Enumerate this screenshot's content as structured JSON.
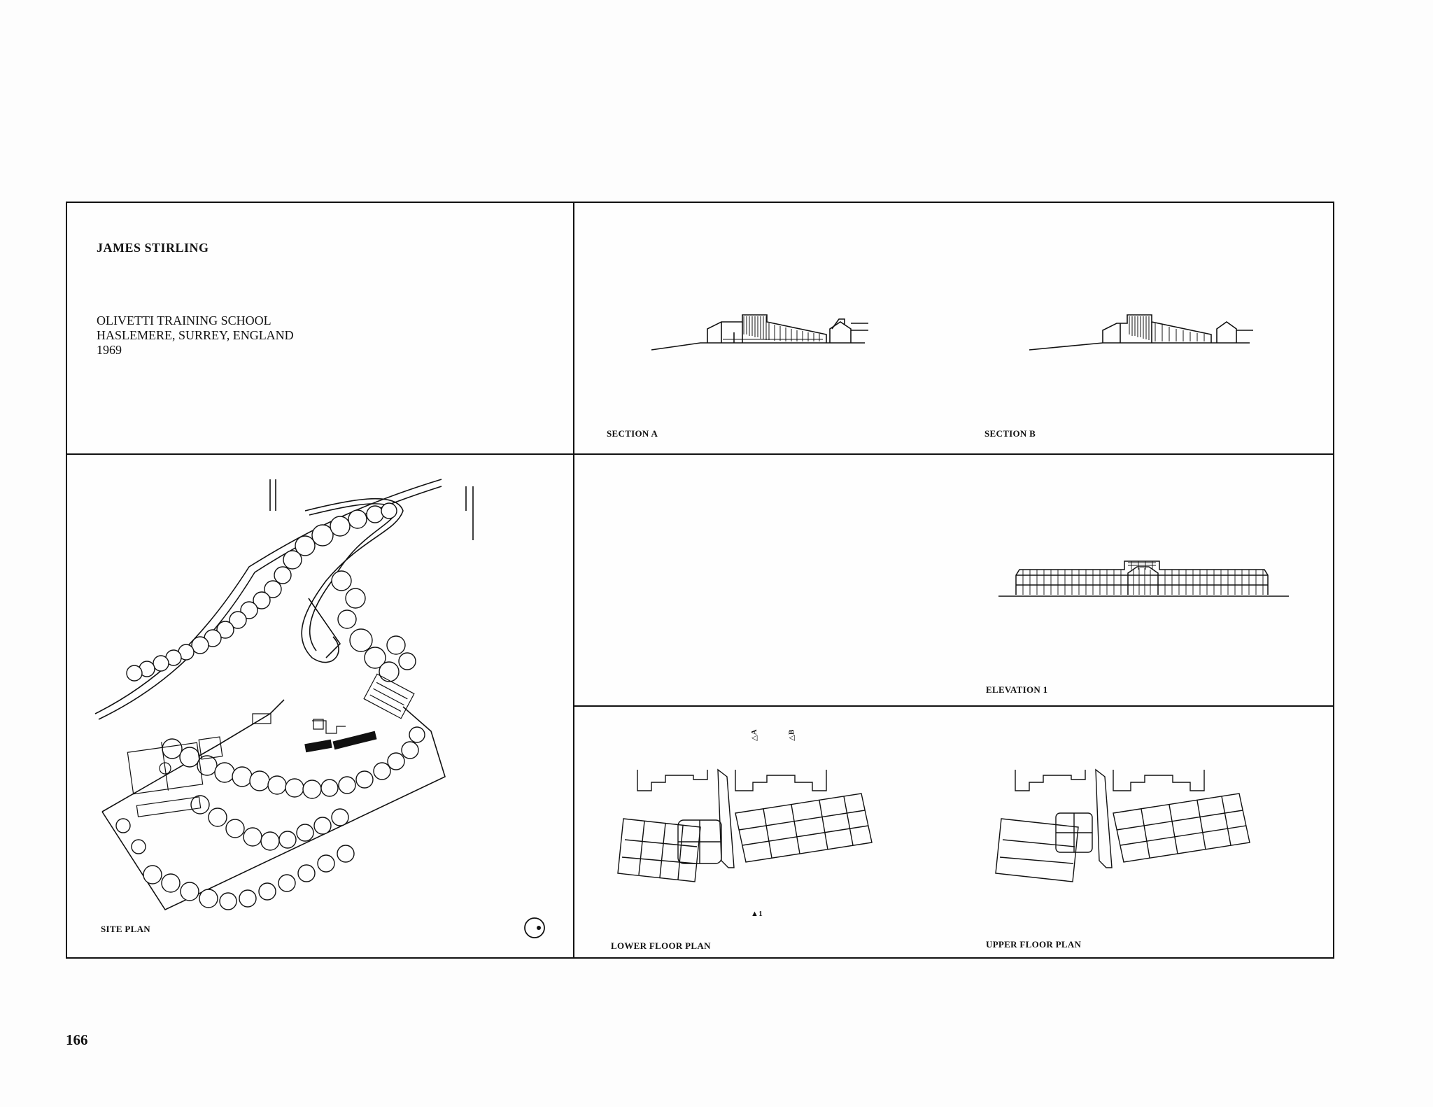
{
  "header": {
    "architect": "JAMES STIRLING",
    "project_lines": [
      "OLIVETTI TRAINING SCHOOL",
      "HASLEMERE, SURREY, ENGLAND",
      "1969"
    ]
  },
  "captions": {
    "section_a": "SECTION A",
    "section_b": "SECTION B",
    "site_plan": "SITE PLAN",
    "elevation": "ELEVATION 1",
    "lower_floor_plan": "LOWER FLOOR PLAN",
    "upper_floor_plan": "UPPER FLOOR PLAN"
  },
  "markers": {
    "section_a_mark": "A",
    "section_b_mark": "B",
    "elevation_mark": "1"
  },
  "page": {
    "number": "166"
  },
  "colors": {
    "ink": "#111111",
    "paper": "#fdfdfd"
  }
}
